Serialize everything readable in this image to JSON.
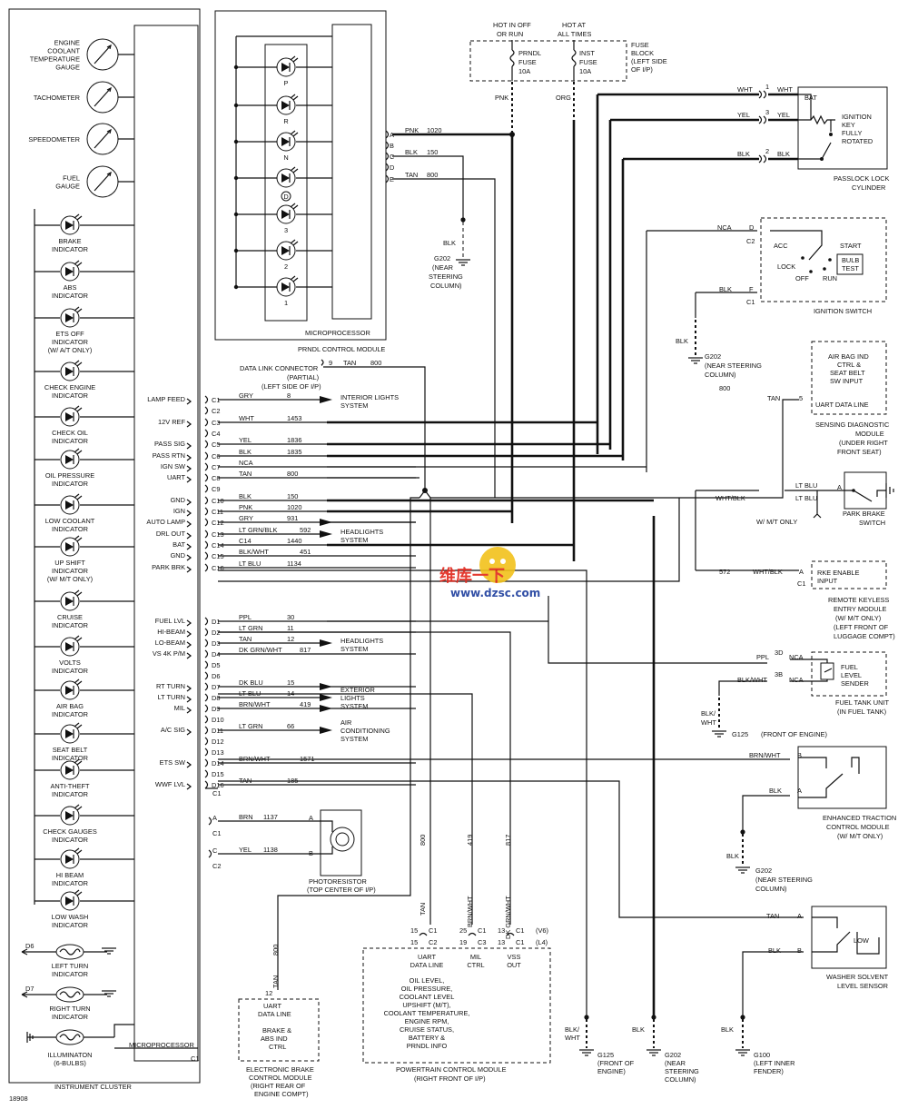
{
  "diagram_id": "18908",
  "cluster": {
    "title": "INSTRUMENT CLUSTER",
    "microprocessor": "MICROPROCESSOR",
    "gauges": [
      {
        "lines": [
          "ENGINE",
          "COOLANT",
          "TEMPERATURE",
          "GAUGE"
        ]
      },
      {
        "lines": [
          "TACHOMETER"
        ]
      },
      {
        "lines": [
          "SPEEDOMETER"
        ]
      },
      {
        "lines": [
          "FUEL",
          "GAUGE"
        ]
      }
    ],
    "indicators": [
      {
        "lines": [
          "BRAKE",
          "INDICATOR"
        ]
      },
      {
        "lines": [
          "ABS",
          "INDICATOR"
        ]
      },
      {
        "lines": [
          "ETS OFF",
          "INDICATOR",
          "(W/ A/T ONLY)"
        ]
      },
      {
        "lines": [
          "CHECK ENGINE",
          "INDICATOR"
        ]
      },
      {
        "lines": [
          "CHECK OIL",
          "INDICATOR"
        ]
      },
      {
        "lines": [
          "OIL PRESSURE",
          "INDICATOR"
        ]
      },
      {
        "lines": [
          "LOW COOLANT",
          "INDICATOR"
        ]
      },
      {
        "lines": [
          "UP SHIFT",
          "INDICATOR",
          "(W/ M/T ONLY)"
        ]
      },
      {
        "lines": [
          "CRUISE",
          "INDICATOR"
        ]
      },
      {
        "lines": [
          "VOLTS",
          "INDICATOR"
        ]
      },
      {
        "lines": [
          "AIR BAG",
          "INDICATOR"
        ]
      },
      {
        "lines": [
          "SEAT BELT",
          "INDICATOR"
        ]
      },
      {
        "lines": [
          "ANTI-THEFT",
          "INDICATOR"
        ]
      },
      {
        "lines": [
          "CHECK GAUGES",
          "INDICATOR"
        ]
      },
      {
        "lines": [
          "HI BEAM",
          "INDICATOR"
        ]
      },
      {
        "lines": [
          "LOW WASH",
          "INDICATOR"
        ]
      }
    ],
    "turn": [
      {
        "pin": "D6",
        "lines": [
          "LEFT TURN",
          "INDICATOR"
        ]
      },
      {
        "pin": "D7",
        "lines": [
          "RIGHT TURN",
          "INDICATOR"
        ]
      }
    ],
    "illum": [
      "ILLUMINATON",
      "(6-BULBS)"
    ],
    "c1": "C1"
  },
  "pins": [
    {
      "label": "LAMP FEED",
      "pin": "C1",
      "color": "GRY",
      "circuit": "8",
      "dest": "interior"
    },
    {
      "label": "",
      "pin": "C2",
      "color": "",
      "circuit": ""
    },
    {
      "label": "12V REF",
      "pin": "C3",
      "color": "WHT",
      "circuit": "1453"
    },
    {
      "label": "",
      "pin": "C4",
      "color": "",
      "circuit": ""
    },
    {
      "label": "PASS SIG",
      "pin": "C5",
      "color": "YEL",
      "circuit": "1836"
    },
    {
      "label": "PASS RTN",
      "pin": "C6",
      "color": "BLK",
      "circuit": "1835"
    },
    {
      "label": "IGN SW",
      "pin": "C7",
      "color": "NCA",
      "circuit": ""
    },
    {
      "label": "UART",
      "pin": "C8",
      "color": "TAN",
      "circuit": "800"
    },
    {
      "label": "",
      "pin": "C9",
      "color": "",
      "circuit": ""
    },
    {
      "label": "GND",
      "pin": "C10",
      "color": "BLK",
      "circuit": "150"
    },
    {
      "label": "IGN",
      "pin": "C11",
      "color": "PNK",
      "circuit": "1020"
    },
    {
      "label": "AUTO LAMP",
      "pin": "C12",
      "color": "GRY",
      "circuit": "931"
    },
    {
      "label": "DRL OUT",
      "pin": "C13",
      "color": "LT GRN/BLK",
      "circuit": "592",
      "dest": "headlights1"
    },
    {
      "label": "BAT",
      "pin": "C14",
      "color": "C14",
      "circuit": "1440"
    },
    {
      "label": "GND",
      "pin": "C15",
      "color": "BLK/WHT",
      "circuit": "451"
    },
    {
      "label": "PARK BRK",
      "pin": "C16",
      "color": "LT BLU",
      "circuit": "1134"
    },
    {
      "label": "FUEL LVL",
      "pin": "D1",
      "color": "PPL",
      "circuit": "30"
    },
    {
      "label": "HI-BEAM",
      "pin": "D2",
      "color": "LT GRN",
      "circuit": "11"
    },
    {
      "label": "LO-BEAM",
      "pin": "D3",
      "color": "TAN",
      "circuit": "12",
      "dest": "headlights2"
    },
    {
      "label": "VS 4K P/M",
      "pin": "D4",
      "color": "DK GRN/WHT",
      "circuit": "817"
    },
    {
      "label": "",
      "pin": "D5",
      "color": "",
      "circuit": ""
    },
    {
      "label": "",
      "pin": "D6",
      "color": "",
      "circuit": ""
    },
    {
      "label": "RT TURN",
      "pin": "D7",
      "color": "DK BLU",
      "circuit": "15"
    },
    {
      "label": "LT TURN",
      "pin": "D8",
      "color": "LT BLU",
      "circuit": "14",
      "dest": "exterior"
    },
    {
      "label": "MIL",
      "pin": "D9",
      "color": "BRN/WHT",
      "circuit": "419"
    },
    {
      "label": "",
      "pin": "D10",
      "color": "",
      "circuit": ""
    },
    {
      "label": "A/C SIG",
      "pin": "D11",
      "color": "LT GRN",
      "circuit": "66",
      "dest": "ac"
    },
    {
      "label": "",
      "pin": "D12",
      "color": "",
      "circuit": ""
    },
    {
      "label": "",
      "pin": "D13",
      "color": "",
      "circuit": ""
    },
    {
      "label": "ETS SW",
      "pin": "D14",
      "color": "BRN/WHT",
      "circuit": "1571"
    },
    {
      "label": "",
      "pin": "D15",
      "color": "",
      "circuit": ""
    },
    {
      "label": "WWF LVL",
      "pin": "D16",
      "color": "TAN",
      "circuit": "185"
    }
  ],
  "systems": {
    "interior": [
      "INTERIOR LIGHTS",
      "SYSTEM"
    ],
    "headlights1": [
      "HEADLIGHTS",
      "SYSTEM"
    ],
    "headlights2": [
      "HEADLIGHTS",
      "SYSTEM"
    ],
    "exterior": [
      "EXTERIOR",
      "LIGHTS",
      "SYSTEM"
    ],
    "ac": [
      "AIR",
      "CONDITIONING",
      "SYSTEM"
    ]
  },
  "prndl": {
    "title": "PRNDL CONTROL MODULE",
    "micro": "MICROPROCESSOR",
    "positions": [
      "P",
      "R",
      "N",
      "D",
      "3",
      "2",
      "1"
    ],
    "pins": [
      {
        "pin": "A",
        "color": "PNK",
        "circuit": "1020"
      },
      {
        "pin": "B",
        "color": "",
        "circuit": ""
      },
      {
        "pin": "C",
        "color": "BLK",
        "circuit": "150"
      },
      {
        "pin": "D",
        "color": "",
        "circuit": ""
      },
      {
        "pin": "E",
        "color": "TAN",
        "circuit": "800"
      }
    ],
    "ground": {
      "color": "BLK",
      "lines": [
        "G202",
        "(NEAR",
        "STEERING",
        "COLUMN)"
      ]
    }
  },
  "dlc": {
    "pin": "9",
    "color": "TAN",
    "circuit": "800",
    "lines": [
      "DATA LINK CONNECTOR",
      "(PARTIAL)",
      "(LEFT SIDE OF I/P)"
    ]
  },
  "fuse_block": {
    "hot1": [
      "HOT IN OFF",
      "OR RUN"
    ],
    "hot2": [
      "HOT AT",
      "ALL TIMES"
    ],
    "fuse1": [
      "PRNDL",
      "FUSE",
      "10A"
    ],
    "fuse2": [
      "INST",
      "FUSE",
      "10A"
    ],
    "label": [
      "FUSE",
      "BLOCK",
      "(LEFT SIDE",
      "OF I/P)"
    ],
    "wire1": "PNK",
    "wire2": "ORG"
  },
  "passlock": {
    "title": [
      "PASSLOCK LOCK",
      "CYLINDER"
    ],
    "bat": "BAT",
    "switch": [
      "IGNITION",
      "KEY",
      "FULLY",
      "ROTATED"
    ],
    "pins": [
      {
        "pin": "1",
        "color": "WHT",
        "color2": "WHT"
      },
      {
        "pin": "3",
        "color": "YEL",
        "color2": "YEL"
      },
      {
        "pin": "2",
        "color": "BLK",
        "color2": "BLK"
      }
    ]
  },
  "ign_switch": {
    "title": "IGNITION SWITCH",
    "d_color": "NCA",
    "d_pin": "D",
    "d_conn": "C2",
    "f_color": "BLK",
    "f_pin": "F",
    "f_conn": "C1",
    "positions": {
      "acc": "ACC",
      "lock": "LOCK",
      "off": "OFF",
      "run": "RUN",
      "start": "START",
      "bulb": [
        "BULB",
        "TEST"
      ]
    },
    "ground": {
      "color": "BLK",
      "lines": [
        "G202",
        "(NEAR STEERING",
        "COLUMN)"
      ]
    }
  },
  "sdm": {
    "box": [
      "AIR BAG IND",
      "CTRL &",
      "SEAT BELT",
      "SW INPUT"
    ],
    "uart": "UART DATA LINE",
    "pin": "5",
    "color": "TAN",
    "circuit": "800",
    "title": [
      "SENSING DIAGNOSTIC",
      "MODULE",
      "(UNDER RIGHT",
      "FRONT SEAT)"
    ]
  },
  "park_brake": {
    "title": [
      "PARK BRAKE",
      "SWITCH"
    ],
    "colors": [
      "WHT/BLK",
      "LT BLU",
      "LT BLU"
    ],
    "pin": "A",
    "note": "W/ M/T ONLY"
  },
  "rke": {
    "box": [
      "RKE ENABLE",
      "INPUT"
    ],
    "pin": "A",
    "conn": "C1",
    "color": "WHT/BLK",
    "circuit": "572",
    "title": [
      "REMOTE KEYLESS",
      "ENTRY MODULE",
      "(W/ M/T ONLY)",
      "(LEFT FRONT OF",
      "LUGGAGE COMPT)"
    ]
  },
  "fuel_tank": {
    "box": [
      "FUEL",
      "LEVEL",
      "SENDER"
    ],
    "pins": [
      {
        "pin": "3D",
        "color": "PPL",
        "nca": "NCA"
      },
      {
        "pin": "3B",
        "color": "BLK/WHT",
        "nca": "NCA"
      }
    ],
    "title": [
      "FUEL TANK UNIT",
      "(IN FUEL TANK)"
    ],
    "ground": {
      "color": [
        "BLK/",
        "WHT"
      ],
      "label": "G125",
      "note": "(FRONT OF ENGINE)"
    }
  },
  "etcm": {
    "title": [
      "ENHANCED TRACTION",
      "CONTROL MODULE",
      "(W/ M/T ONLY)"
    ],
    "pins": [
      {
        "pin": "B",
        "color": "BRN/WHT"
      },
      {
        "pin": "A",
        "color": "BLK"
      }
    ],
    "ground": {
      "color": "BLK",
      "lines": [
        "G202",
        "(NEAR STEERING",
        "COLUMN)"
      ]
    }
  },
  "washer": {
    "title": [
      "WASHER SOLVENT",
      "LEVEL SENSOR"
    ],
    "low": "LOW",
    "pins": [
      {
        "pin": "A",
        "color": "TAN"
      },
      {
        "pin": "B",
        "color": "BLK"
      }
    ]
  },
  "photo": {
    "title": [
      "PHOTORESISTOR",
      "(TOP CENTER OF I/P)"
    ],
    "pins": [
      {
        "pin": "A",
        "conn": "C1",
        "color": "BRN",
        "circuit": "1137"
      },
      {
        "pin": "C",
        "conn": "C2",
        "color": "YEL",
        "circuit": "1138"
      }
    ]
  },
  "pcm": {
    "title": [
      "POWERTRAIN CONTROL MODULE",
      "(RIGHT FRONT OF I/P)"
    ],
    "cols": [
      {
        "lines": [
          "UART",
          "DATA LINE"
        ],
        "p1": "15",
        "c1": "C1",
        "p2": "15",
        "c2": "C2",
        "color": "TAN",
        "circuit": "800"
      },
      {
        "lines": [
          "MIL",
          "CTRL"
        ],
        "p1": "25",
        "c1": "C1",
        "p2": "19",
        "c2": "C3",
        "color": "BRN/WHT",
        "circuit": "419"
      },
      {
        "lines": [
          "VSS",
          "OUT"
        ],
        "p1": "13",
        "c1": "C1",
        "p2": "13",
        "c2": "C1",
        "color": "DK GRN/WHT",
        "circuit": "817"
      }
    ],
    "v6": "(V6)",
    "l4": "(L4)",
    "info": [
      "OIL LEVEL,",
      "OIL PRESSURE,",
      "COOLANT LEVEL",
      "UPSHIFT (M/T),",
      "COOLANT TEMPERATURE,",
      "ENGINE RPM,",
      "CRUISE STATUS,",
      "BATTERY &",
      "PRNDL INFO"
    ]
  },
  "ebcm": {
    "pin": "12",
    "color": "TAN",
    "circuit": "800",
    "box": [
      "UART",
      "DATA LINE"
    ],
    "info": [
      "BRAKE &",
      "ABS IND",
      "CTRL"
    ],
    "title": [
      "ELECTRONIC BRAKE",
      "CONTROL MODULE",
      "(RIGHT REAR OF",
      "ENGINE COMPT)"
    ]
  },
  "bottom_grounds": [
    {
      "color": [
        "BLK/",
        "WHT"
      ],
      "lines": [
        "G125",
        "(FRONT OF",
        "ENGINE)"
      ]
    },
    {
      "color": [
        "BLK"
      ],
      "lines": [
        "G202",
        "(NEAR",
        "STEERING",
        "COLUMN)"
      ]
    },
    {
      "color": [
        "BLK"
      ],
      "lines": [
        "G100",
        "(LEFT INNER",
        "FENDER)"
      ]
    }
  ],
  "watermark": {
    "brand": "维库一下",
    "url": "www.dzsc.com"
  }
}
